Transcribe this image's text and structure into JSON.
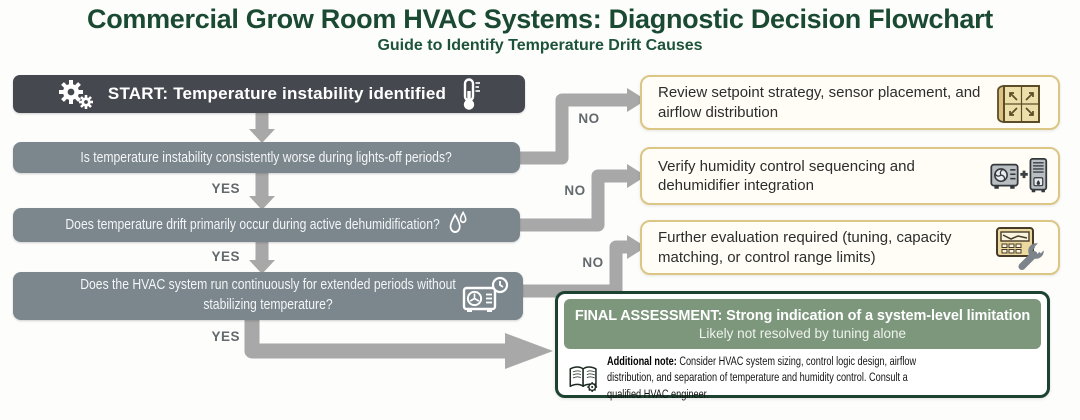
{
  "page": {
    "title": "Commercial Grow Room HVAC Systems: Diagnostic Decision Flowchart",
    "subtitle": "Guide to Identify Temperature Drift Causes"
  },
  "labels": {
    "yes": "YES",
    "no": "NO"
  },
  "start": {
    "label": "START: Temperature instability identified"
  },
  "questions": [
    {
      "text": "Is temperature instability consistently worse during lights-off periods?"
    },
    {
      "text": "Does temperature drift primarily occur during active dehumidification?"
    },
    {
      "text": "Does the HVAC system run continuously for extended periods without stabilizing temperature?"
    }
  ],
  "outcomes": [
    {
      "text": "Review setpoint strategy, sensor placement, and airflow distribution"
    },
    {
      "text": "Verify humidity control sequencing and dehumidifier integration"
    },
    {
      "text": "Further evaluation required (tuning, capacity matching, or control range limits)"
    }
  ],
  "final": {
    "heading": "FINAL ASSESSMENT: Strong indication of a system-level limitation",
    "subheading": "Likely not resolved by tuning alone",
    "note_label": "Additional note:",
    "note_text": "Consider HVAC system sizing, control logic design, airflow distribution, and separation of temperature and humidity control. Consult a qualified HVAC engineer."
  },
  "icons": {
    "start_left": "gears-icon",
    "start_right": "thermometer-icon",
    "question2": "water-drops-icon",
    "question3": "hvac-clock-icon",
    "outcome1": "airflow-plan-icon",
    "outcome2": "hvac-plus-dehumidifier-icon",
    "outcome3": "controller-wrench-icon",
    "note": "book-gear-icon"
  },
  "colors": {
    "title_green": "#1b4a33",
    "start_box": "#45494f",
    "question_box": "#7b868d",
    "arrow_gray": "#a8a8a8",
    "outcome_border": "#dcc685",
    "outcome_bg": "#fffdf5",
    "final_border": "#1d4231",
    "final_band": "#7d977d"
  }
}
